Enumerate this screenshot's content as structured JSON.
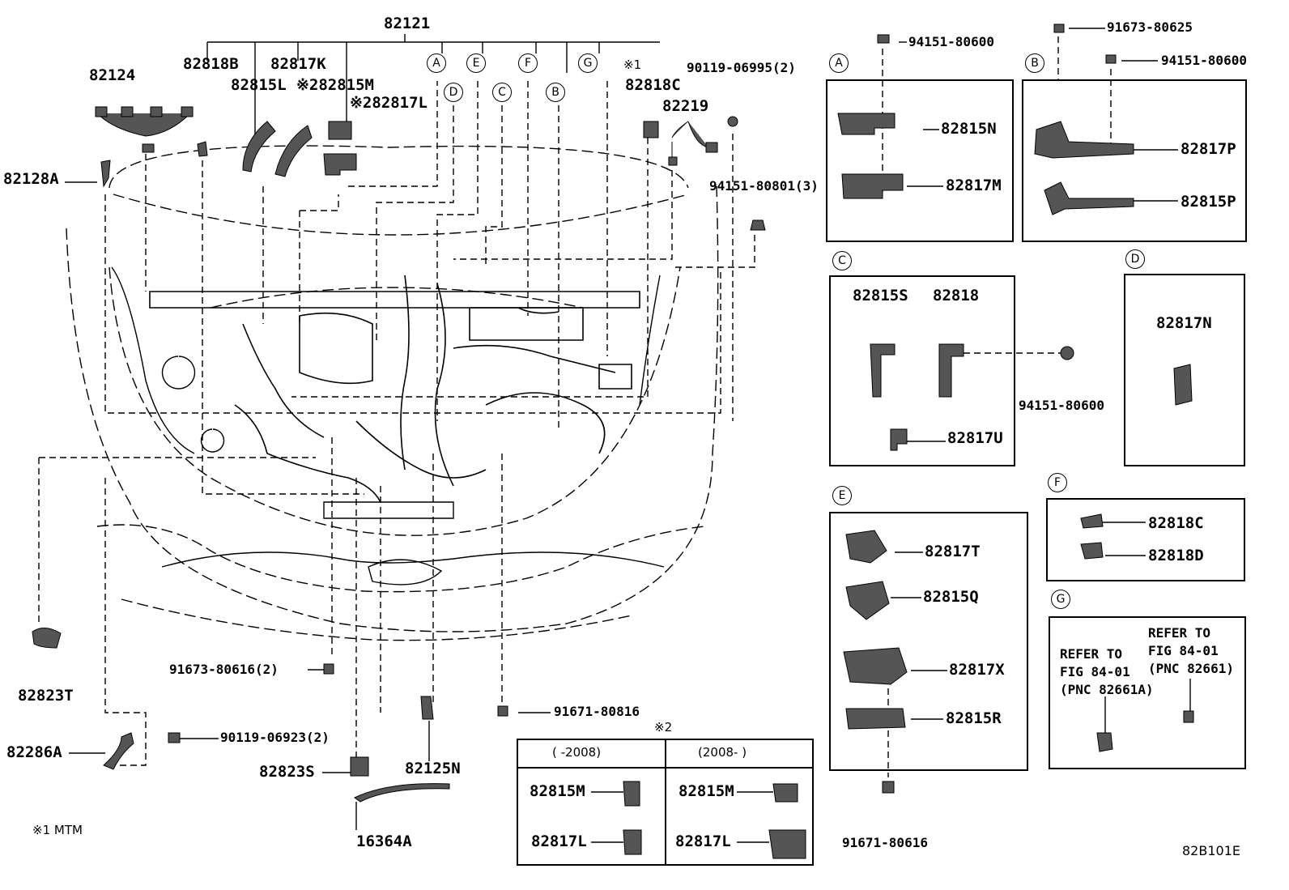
{
  "main_labels": {
    "p82121": "82121",
    "p82124": "82124",
    "p82818B": "82818B",
    "p82817K": "82817K",
    "p82815L": "82815L",
    "p82815M_main": "※282815M",
    "p82817L_main": "※282817L",
    "p82818C_main": "82818C",
    "mtm_mark": "※1",
    "p82219": "82219",
    "p90119_06995": "90119-06995(2)",
    "p94151_80801": "94151-80801(3)",
    "p82128A": "82128A",
    "p82823T": "82823T",
    "p82286A": "82286A",
    "p90119_06923": "90119-06923(2)",
    "p91673_80616": "91673-80616(2)",
    "p91671_80816": "91671-80816",
    "p82823S": "82823S",
    "p82125N": "82125N",
    "p16364A": "16364A",
    "footnote": "※1 MTM",
    "fig_code": "82B101E"
  },
  "callouts": [
    "A",
    "D",
    "E",
    "C",
    "F",
    "B",
    "G"
  ],
  "detail_A": {
    "tag": "A",
    "fastener": "94151-80600",
    "parts": [
      "82815N",
      "82817M"
    ]
  },
  "detail_B": {
    "tag": "B",
    "fastener_1": "91673-80625",
    "fastener_2": "94151-80600",
    "parts": [
      "82817P",
      "82815P"
    ]
  },
  "detail_C": {
    "tag": "C",
    "parts": [
      "82815S",
      "82818",
      "82817U"
    ],
    "fastener": "94151-80600"
  },
  "detail_D": {
    "tag": "D",
    "parts": [
      "82817N"
    ]
  },
  "detail_E": {
    "tag": "E",
    "parts": [
      "82817T",
      "82815Q",
      "82817X",
      "82815R"
    ],
    "fastener": "91671-80616"
  },
  "detail_F": {
    "tag": "F",
    "parts": [
      "82818C",
      "82818D"
    ]
  },
  "detail_G": {
    "tag": "G",
    "ref_1": [
      "REFER TO",
      "FIG 84-01",
      "(PNC 82661A)"
    ],
    "ref_2": [
      "REFER TO",
      "FIG 84-01",
      "(PNC 82661)"
    ]
  },
  "note2_table": {
    "mark": "※2",
    "col_1": "(    -2008)",
    "col_2": "(2008-    )",
    "rows": [
      {
        "left": "82815M",
        "right": "82815M"
      },
      {
        "left": "82817L",
        "right": "82817L"
      }
    ]
  }
}
